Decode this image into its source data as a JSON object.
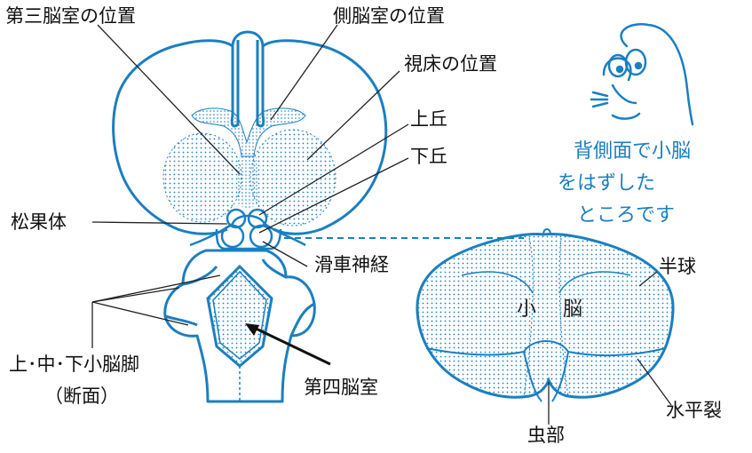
{
  "labels": {
    "third_ventricle": "第三脳室の位置",
    "lateral_ventricle": "側脳室の位置",
    "thalamus": "視床の位置",
    "superior_colliculus": "上丘",
    "inferior_colliculus": "下丘",
    "pineal_body": "松果体",
    "trochlear_nerve": "滑車神経",
    "cerebellar_peduncles": "上･中･下小脳脚",
    "cross_section": "（断面）",
    "fourth_ventricle": "第四脳室",
    "hemisphere": "半球",
    "cerebellum_left": "小",
    "cerebellum_right": "脳",
    "vermis": "虫部",
    "horizontal_fissure": "水平裂"
  },
  "note": {
    "line1": "背側面で小脳",
    "line2": "をはずした",
    "line3": "ところです"
  },
  "colors": {
    "outline": "#1a7fc1",
    "leader": "#222222",
    "text": "#111111"
  },
  "icon": "mascot-seal-icon"
}
